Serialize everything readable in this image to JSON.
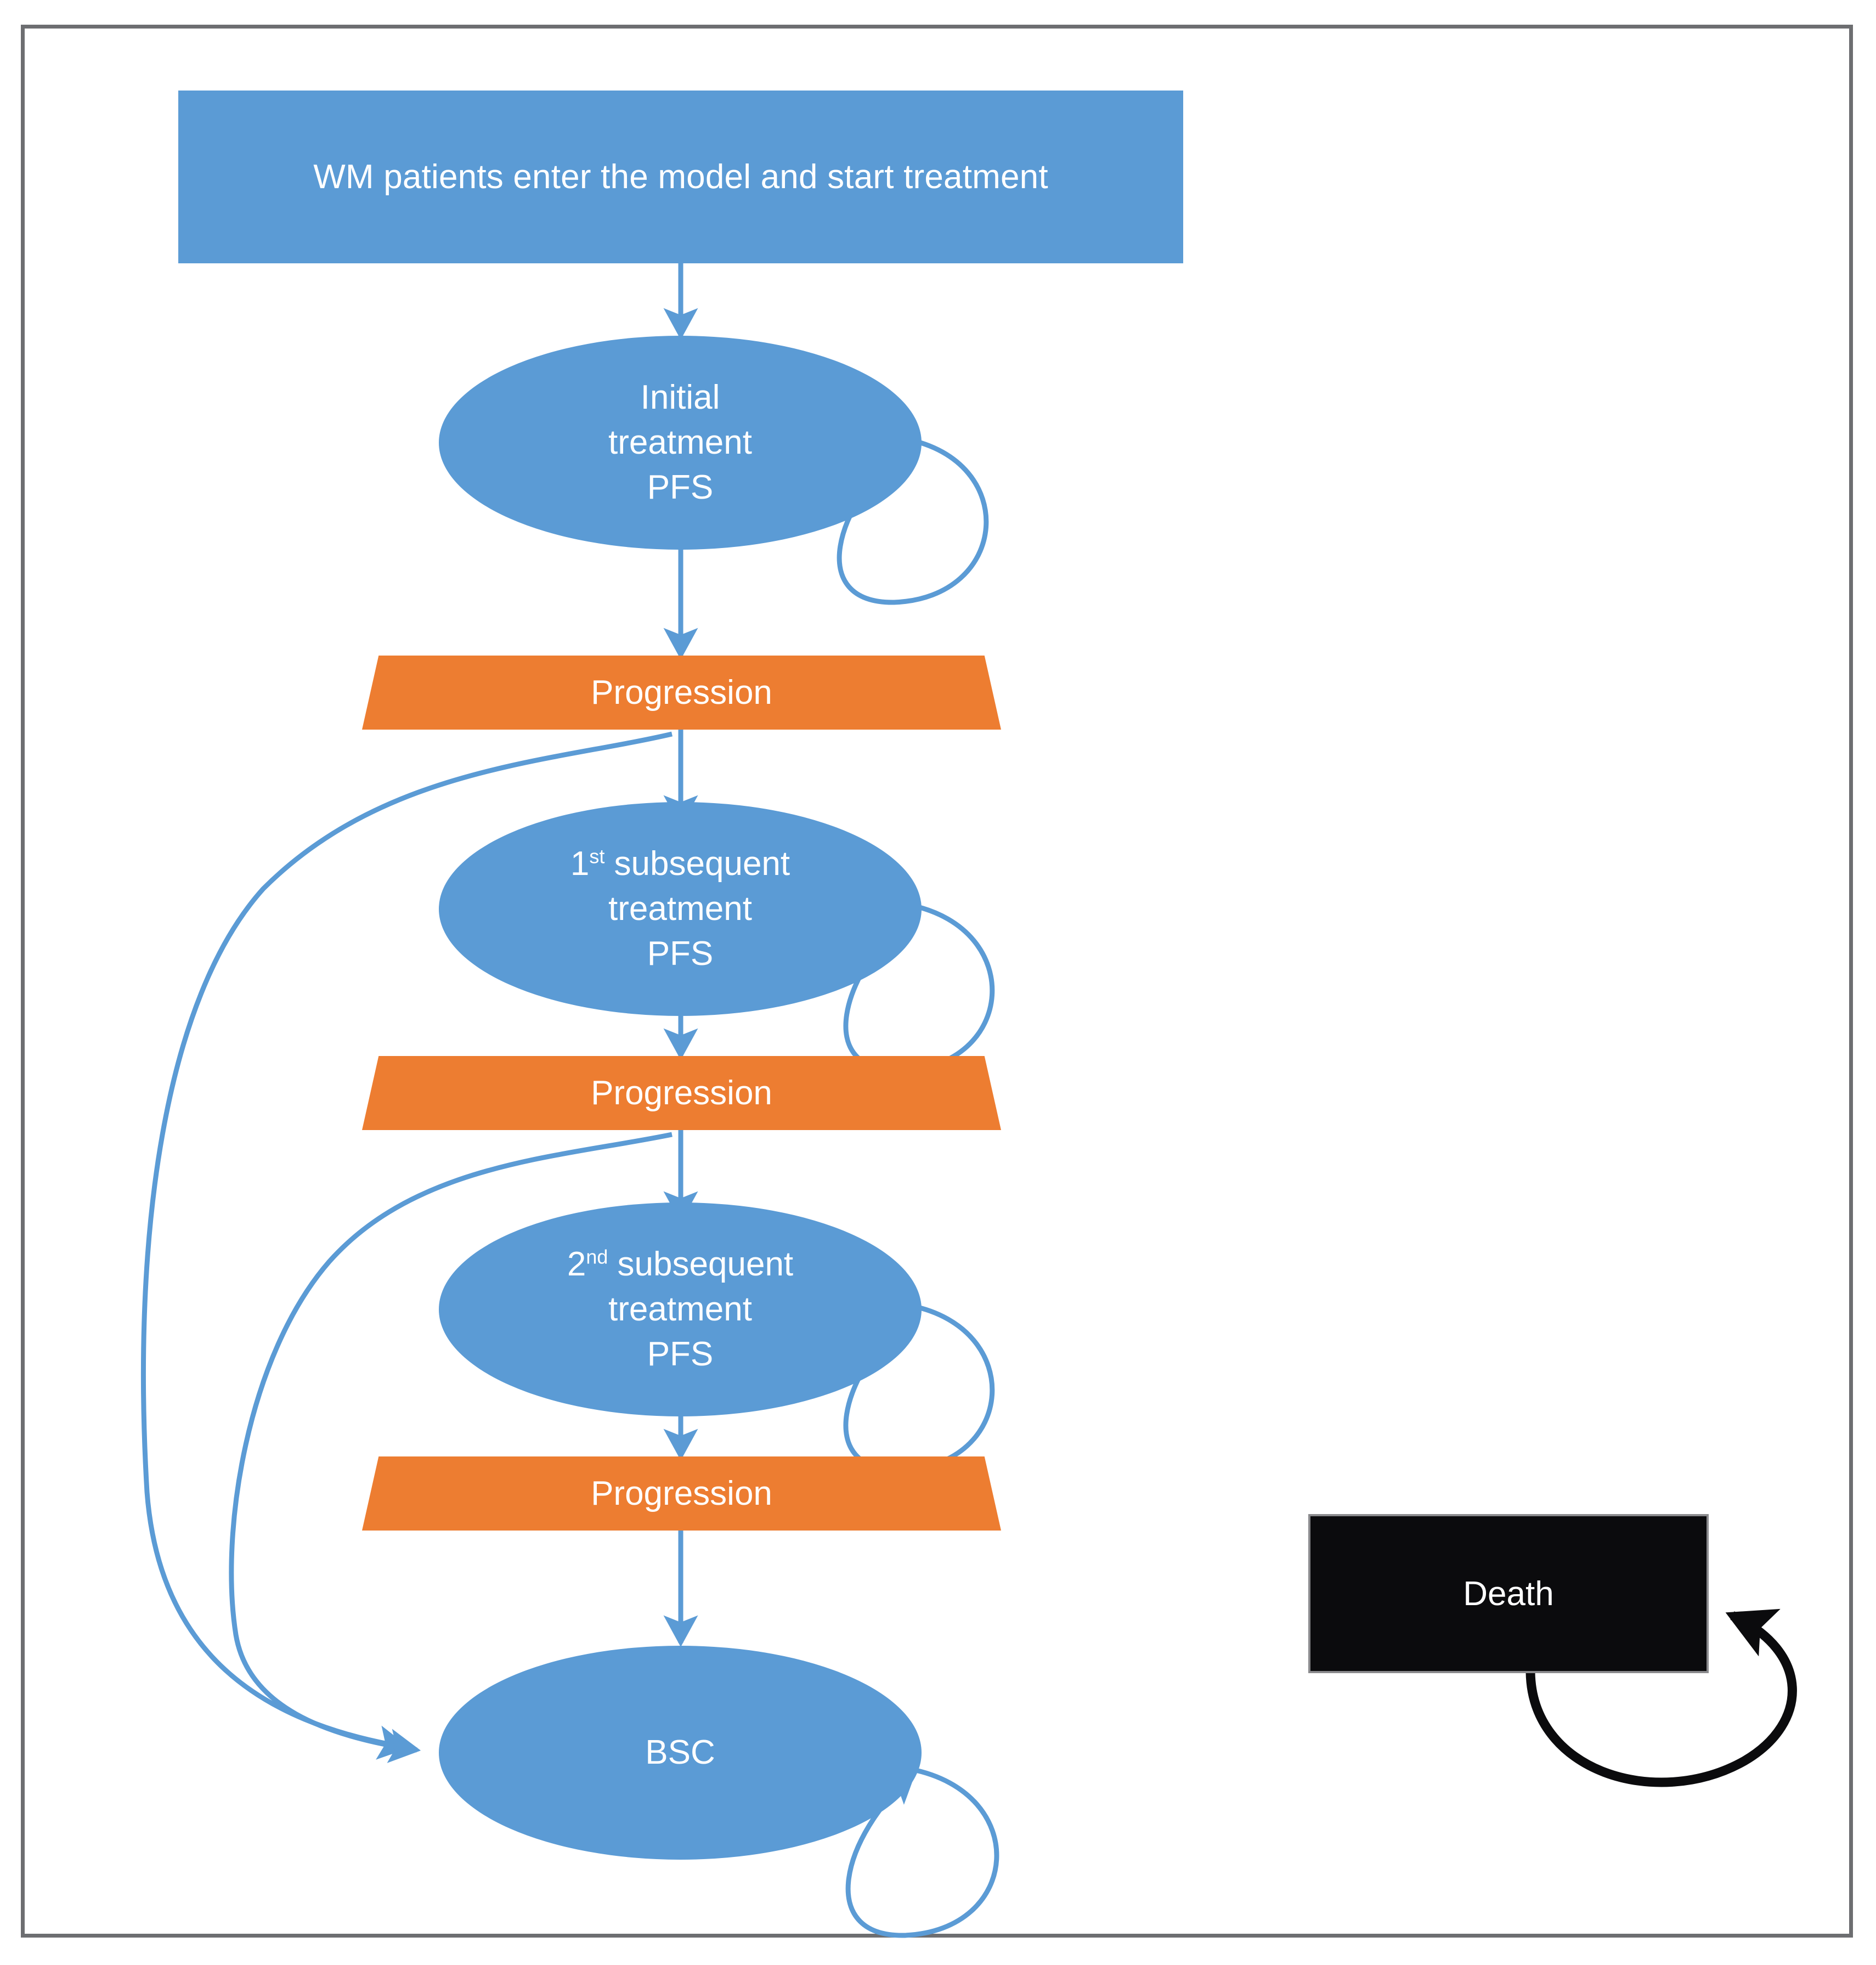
{
  "figure": {
    "type": "state-transition-model-flowchart",
    "title": "",
    "frame_color": "#6d6e71",
    "background": "#ffffff"
  },
  "palette": {
    "blue": "#5B9BD5",
    "orange": "#ED7D31",
    "black": "#0b0b0d",
    "white": "#ffffff",
    "gray_border": "#8a8a8d",
    "arrow_blue": "#5B9BD5",
    "arrow_black": "#000000"
  },
  "nodes": {
    "start": {
      "label": "WM patients enter the model and start treatment",
      "shape": "rectangle",
      "fill": "#5B9BD5"
    },
    "initial_pfs": {
      "line1": "Initial",
      "line2": "treatment",
      "line3": "PFS",
      "shape": "ellipse",
      "fill": "#5B9BD5"
    },
    "progression_1": {
      "label": "Progression",
      "shape": "trapezoid",
      "fill": "#ED7D31"
    },
    "sub1_pfs": {
      "line1_num": "1",
      "line1_sup": "st",
      "line1_rest": " subsequent",
      "line2": "treatment",
      "line3": "PFS",
      "shape": "ellipse",
      "fill": "#5B9BD5"
    },
    "progression_2": {
      "label": "Progression",
      "shape": "trapezoid",
      "fill": "#ED7D31"
    },
    "sub2_pfs": {
      "line1_num": "2",
      "line1_sup": "nd",
      "line1_rest": " subsequent",
      "line2": "treatment",
      "line3": "PFS",
      "shape": "ellipse",
      "fill": "#5B9BD5"
    },
    "progression_3": {
      "label": "Progression",
      "shape": "trapezoid",
      "fill": "#ED7D31"
    },
    "bsc": {
      "label": "BSC",
      "shape": "ellipse",
      "fill": "#5B9BD5"
    },
    "death": {
      "label": "Death",
      "shape": "rectangle",
      "fill": "#0b0b0d"
    }
  },
  "edges": [
    {
      "from": "start",
      "to": "initial_pfs",
      "style": "straight-down",
      "color": "#5B9BD5"
    },
    {
      "from": "initial_pfs",
      "to": "initial_pfs",
      "style": "self-loop-right",
      "color": "#5B9BD5"
    },
    {
      "from": "initial_pfs",
      "to": "progression_1",
      "style": "straight-down",
      "color": "#5B9BD5"
    },
    {
      "from": "progression_1",
      "to": "sub1_pfs",
      "style": "straight-down",
      "color": "#5B9BD5"
    },
    {
      "from": "progression_1",
      "to": "bsc",
      "style": "curve-left-long",
      "color": "#5B9BD5"
    },
    {
      "from": "sub1_pfs",
      "to": "sub1_pfs",
      "style": "self-loop-right",
      "color": "#5B9BD5"
    },
    {
      "from": "sub1_pfs",
      "to": "progression_2",
      "style": "straight-down",
      "color": "#5B9BD5"
    },
    {
      "from": "progression_2",
      "to": "sub2_pfs",
      "style": "straight-down",
      "color": "#5B9BD5"
    },
    {
      "from": "progression_2",
      "to": "bsc",
      "style": "curve-left-long",
      "color": "#5B9BD5"
    },
    {
      "from": "sub2_pfs",
      "to": "sub2_pfs",
      "style": "self-loop-right",
      "color": "#5B9BD5"
    },
    {
      "from": "sub2_pfs",
      "to": "progression_3",
      "style": "straight-down",
      "color": "#5B9BD5"
    },
    {
      "from": "progression_3",
      "to": "bsc",
      "style": "straight-down",
      "color": "#5B9BD5"
    },
    {
      "from": "bsc",
      "to": "bsc",
      "style": "self-loop-right",
      "color": "#5B9BD5"
    },
    {
      "from": "death",
      "to": "death",
      "style": "self-loop-bottom-right",
      "color": "#000000"
    }
  ]
}
